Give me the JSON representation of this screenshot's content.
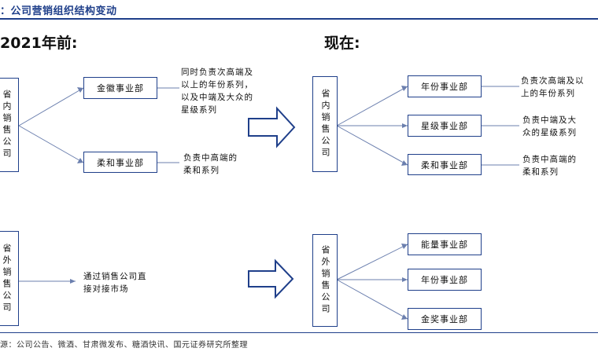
{
  "header": {
    "title": "：公司营销组织结构变动"
  },
  "before": {
    "title": "2021年前:",
    "inside_company": "省内销售公司",
    "outside_company": "省外销售公司",
    "units": [
      {
        "label": "金徽事业部",
        "note": "同时负责次高端及以上的年份系列，以及中端及大众的星级系列"
      },
      {
        "label": "柔和事业部",
        "note": "负责中高端的柔和系列"
      }
    ],
    "outside_note": "通过销售公司直接对接市场"
  },
  "now": {
    "title": "现在:",
    "inside_company": "省内销售公司",
    "outside_company": "省外销售公司",
    "inside_units": [
      {
        "label": "年份事业部",
        "note": "负责次高端及以上的年份系列"
      },
      {
        "label": "星级事业部",
        "note": "负责中端及大众的星级系列"
      },
      {
        "label": "柔和事业部",
        "note": "负责中高端的柔和系列"
      }
    ],
    "outside_units": [
      {
        "label": "能量事业部"
      },
      {
        "label": "年份事业部"
      },
      {
        "label": "金奖事业部"
      }
    ]
  },
  "footer": {
    "source": "源：公司公告、微酒、甘肃微发布、糖酒快讯、国元证券研究所整理"
  },
  "colors": {
    "accent": "#1f3f8a"
  }
}
